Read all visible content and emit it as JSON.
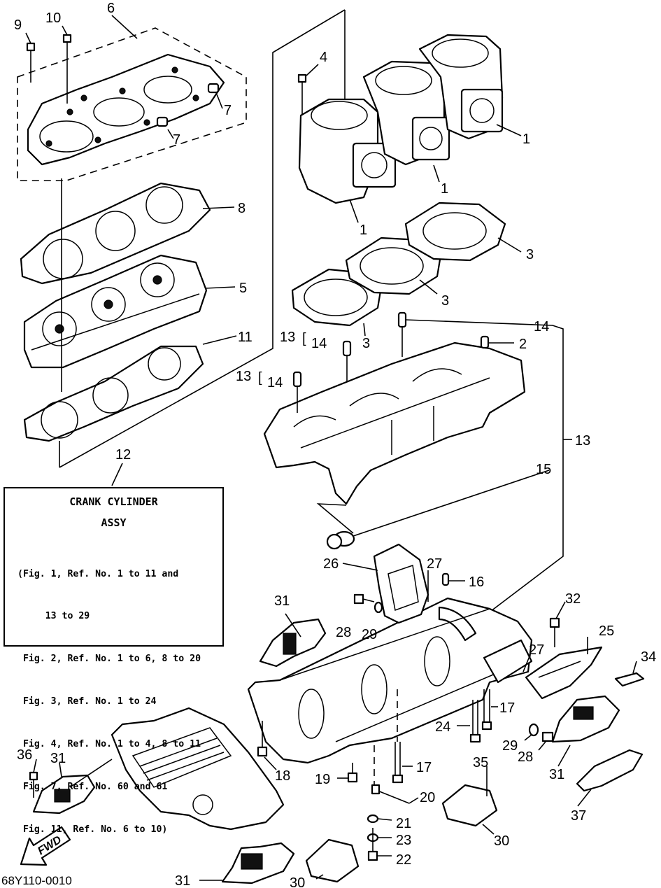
{
  "legend_box": {
    "title_line1": "CRANK CYLINDER",
    "title_line2": "ASSY",
    "lines": [
      "(Fig. 1, Ref. No. 1 to 11 and",
      "     13 to 29",
      " Fig. 2, Ref. No. 1 to 6, 8 to 20",
      " Fig. 3, Ref. No. 1 to 24",
      " Fig. 4, Ref. No. 1 to 4, 8 to 11",
      " Fig. 7, Ref. No. 60 and 61",
      " Fig. 11, Ref. No. 6 to 10)"
    ]
  },
  "diagram_code": "68Y110-0010",
  "fwd_label": "FWD",
  "callouts": {
    "c1a": "1",
    "c1b": "1",
    "c1c": "1",
    "c2": "2",
    "c3a": "3",
    "c3b": "3",
    "c3c": "3",
    "c4": "4",
    "c5": "5",
    "c6": "6",
    "c7a": "7",
    "c7b": "7",
    "c8": "8",
    "c9": "9",
    "c10": "10",
    "c11": "11",
    "c12": "12",
    "c13a": "13",
    "c13b": "13",
    "c13c": "13",
    "c14a": "14",
    "c14b": "14",
    "c14c": "14",
    "c15": "15",
    "c16": "16",
    "c17a": "17",
    "c17b": "17",
    "c18": "18",
    "c19": "19",
    "c20": "20",
    "c21": "21",
    "c22": "22",
    "c23": "23",
    "c24": "24",
    "c25": "25",
    "c26": "26",
    "c27a": "27",
    "c27b": "27",
    "c28a": "28",
    "c28b": "28",
    "c29a": "29",
    "c29b": "29",
    "c30a": "30",
    "c30b": "30",
    "c31a": "31",
    "c31b": "31",
    "c31c": "31",
    "c31d": "31",
    "c32": "32",
    "c34": "34",
    "c35": "35",
    "c36": "36",
    "c37": "37"
  }
}
